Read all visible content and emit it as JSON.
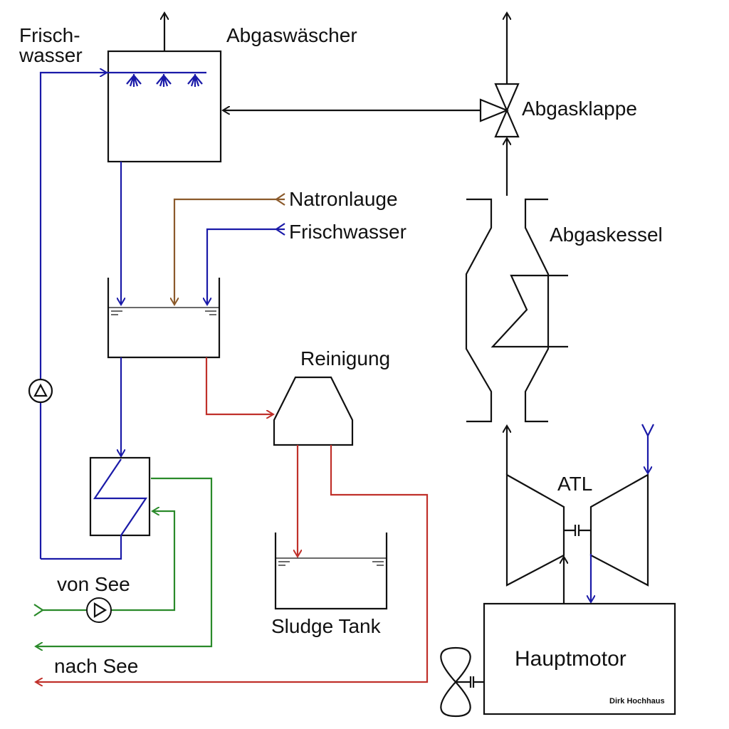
{
  "labels": {
    "frischwasser_top_1": "Frisch-",
    "frischwasser_top_2": "wasser",
    "abgaswaescher": "Abgaswäscher",
    "abgasklappe": "Abgasklappe",
    "natronlauge": "Natronlauge",
    "frischwasser": "Frischwasser",
    "abgaskessel": "Abgaskessel",
    "reinigung": "Reinigung",
    "atl": "ATL",
    "von_see": "von See",
    "sludge_tank": "Sludge Tank",
    "nach_see": "nach See",
    "hauptmotor": "Hauptmotor",
    "author": "Dirk Hochhaus"
  },
  "colors": {
    "exhaust": "#111111",
    "fresh_water": "#1a1aa8",
    "sea_water": "#2a8a2a",
    "sludge": "#c0302a",
    "caustic_soda": "#8b5a2b"
  }
}
